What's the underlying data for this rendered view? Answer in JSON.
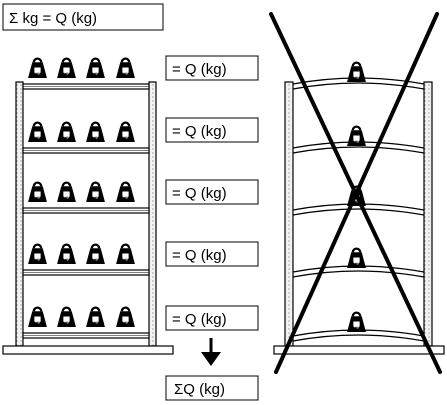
{
  "header": {
    "formula": "Σ kg = Q (kg)"
  },
  "good_rack": {
    "shelf_labels": [
      "= Q (kg)",
      "= Q (kg)",
      "= Q (kg)",
      "= Q (kg)",
      "= Q (kg)"
    ],
    "weights_per_shelf": 4,
    "shelf_count": 5,
    "weight_icon_label": "kg"
  },
  "footer": {
    "arrow": "down-arrow",
    "total_label": "ΣQ (kg)"
  },
  "bad_rack": {
    "weights_count": 5,
    "weight_icon_label": "kg",
    "cross_mark": "x-cross",
    "status": "incorrect"
  },
  "colors": {
    "line": "#000000",
    "fill_bg": "#ffffff",
    "post": "#e8e8e8"
  }
}
